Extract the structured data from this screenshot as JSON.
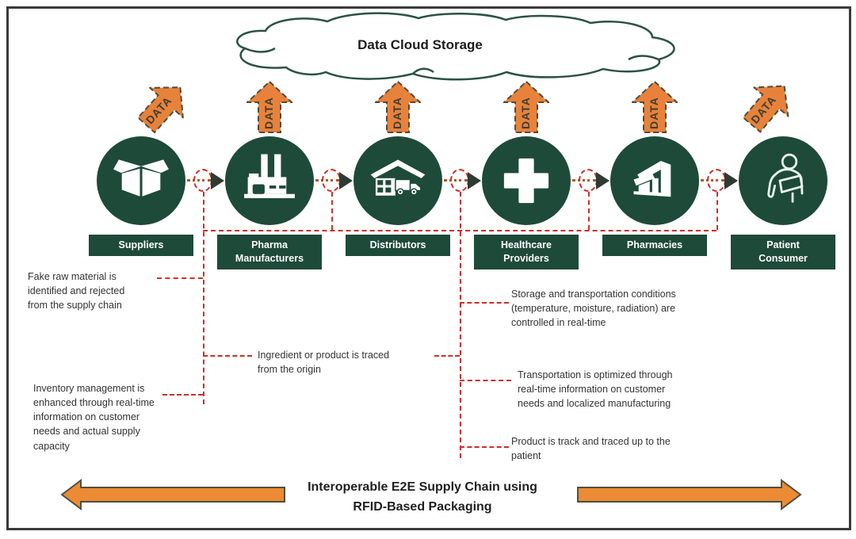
{
  "cloud": {
    "label": "Data Cloud Storage"
  },
  "data_arrow_label": "DATA",
  "stages": [
    {
      "label": "Suppliers"
    },
    {
      "label": "Pharma\nManufacturers"
    },
    {
      "label": "Distributors"
    },
    {
      "label": "Healthcare\nProviders"
    },
    {
      "label": "Pharmacies"
    },
    {
      "label": "Patient\nConsumer"
    }
  ],
  "notes": {
    "fake": "Fake raw material is\nidentified and rejected\nfrom the supply chain",
    "inventory": "Inventory management is\nenhanced through real-time\ninformation on customer\nneeds and actual supply\ncapacity",
    "ingredient": "Ingredient or product is traced\nfrom the origin",
    "storage": "Storage and transportation conditions\n(temperature, moisture, radiation) are\ncontrolled in real-time",
    "transport": "Transportation is optimized through\nreal-time information on customer\nneeds and localized  manufacturing",
    "product": "Product is track and traced up to the\npatient"
  },
  "footer": {
    "title": "Interoperable E2E Supply Chain using\nRFID-Based Packaging"
  },
  "colors": {
    "green": "#1e4a3a",
    "orange": "#e8823a",
    "red": "#c9302c"
  }
}
